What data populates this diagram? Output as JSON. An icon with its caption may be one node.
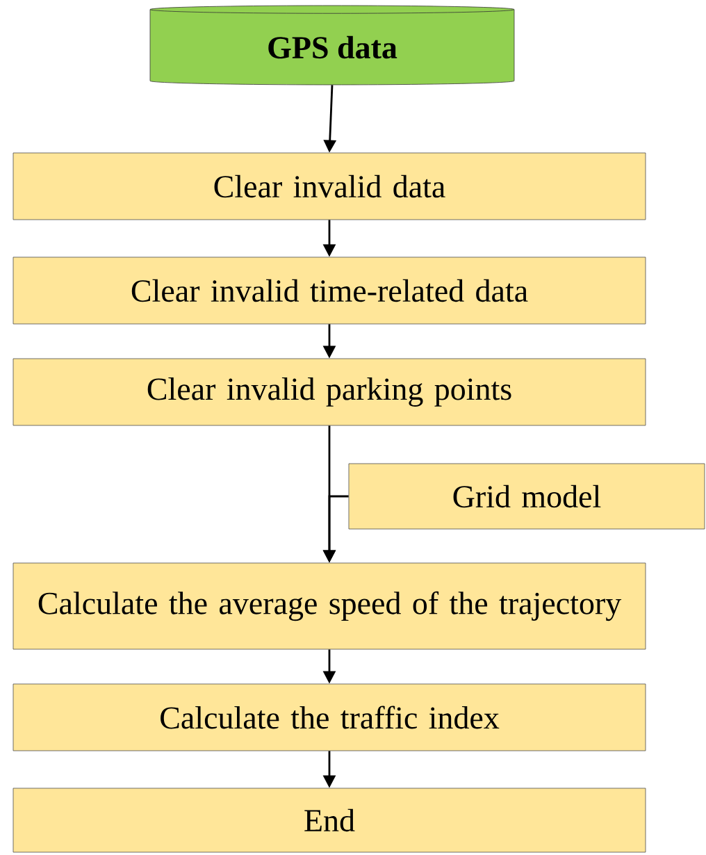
{
  "diagram": {
    "nodes": [
      {
        "text": [
          "GPS data"
        ]
      },
      {
        "text": [
          "Clear invalid data"
        ]
      },
      {
        "text": [
          "Clear invalid time-related data"
        ]
      },
      {
        "text": [
          "Clear invalid parking points"
        ]
      },
      {
        "text": [
          "Grid model"
        ]
      },
      {
        "text": [
          "Calculate the average speed of the trajectory"
        ]
      },
      {
        "text": [
          "Calculate the traffic index"
        ]
      },
      {
        "text": [
          "End"
        ]
      }
    ],
    "edges": [
      {
        "from": 0,
        "to": 1,
        "arrow": "to"
      },
      {
        "from": 1,
        "to": 2,
        "arrow": "to"
      },
      {
        "from": 2,
        "to": 3,
        "arrow": "to"
      },
      {
        "from": 3,
        "to": 5,
        "arrow": "to"
      },
      {
        "from": 4,
        "to": 5,
        "arrow": "to"
      },
      {
        "from": 5,
        "to": 6,
        "arrow": "to"
      },
      {
        "from": 6,
        "to": 7,
        "arrow": "to"
      }
    ]
  }
}
